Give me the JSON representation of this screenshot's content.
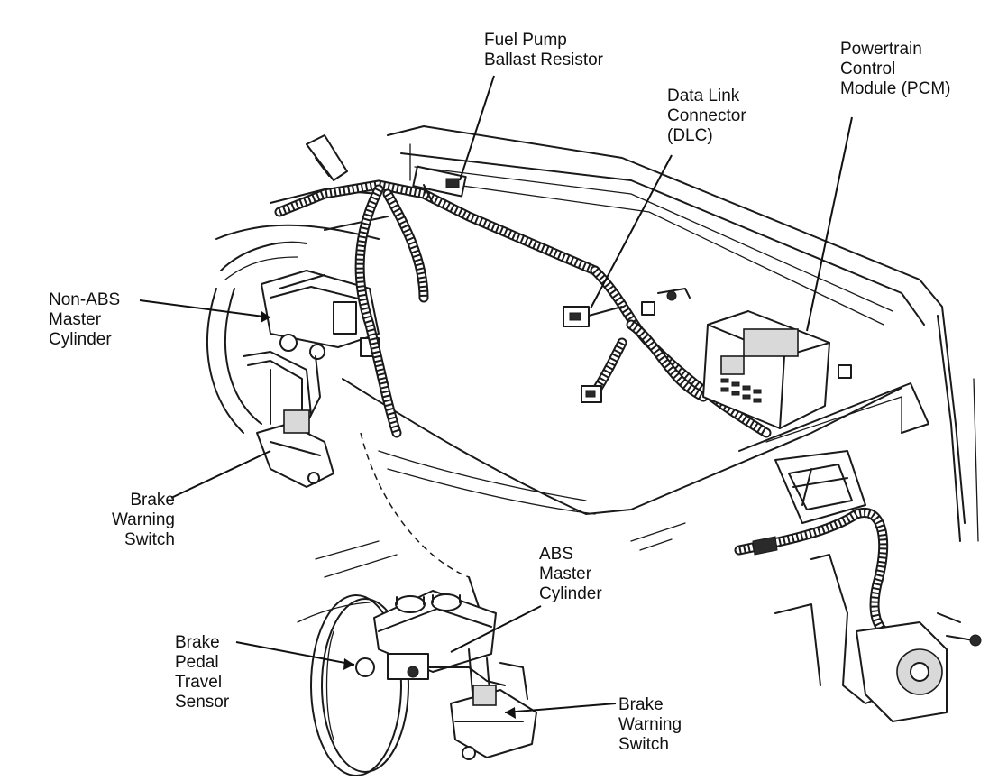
{
  "labels": {
    "fuel_pump_ballast_resistor": [
      "Fuel Pump",
      "Ballast Resistor"
    ],
    "data_link_connector": [
      "Data Link",
      "Connector",
      "(DLC)"
    ],
    "pcm": [
      "Powertrain",
      "Control",
      "Module (PCM)"
    ],
    "non_abs_master_cylinder": [
      "Non-ABS",
      "Master",
      "Cylinder"
    ],
    "brake_warning_switch_upper": [
      "Brake",
      "Warning",
      "Switch"
    ],
    "abs_master_cylinder": [
      "ABS",
      "Master",
      "Cylinder"
    ],
    "brake_pedal_travel_sensor": [
      "Brake",
      "Pedal",
      "Travel",
      "Sensor"
    ],
    "brake_warning_switch_lower": [
      "Brake",
      "Warning",
      "Switch"
    ]
  }
}
